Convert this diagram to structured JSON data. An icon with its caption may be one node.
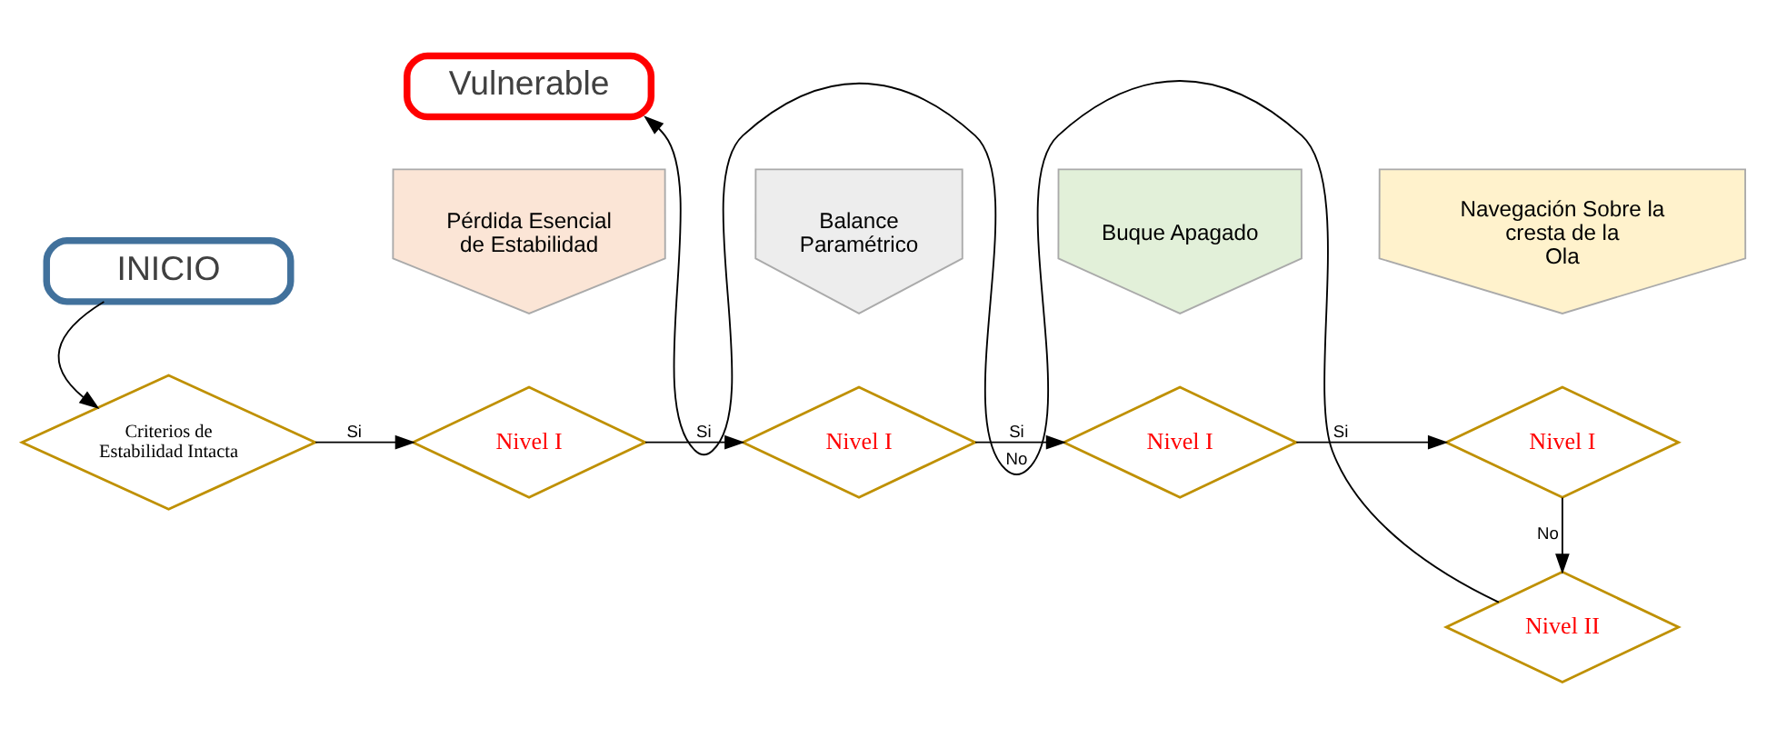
{
  "diagram": {
    "nodes": [
      {
        "text": [
          "INICIO"
        ]
      },
      {
        "text": [
          "Criterios de Estabilidad Intacta"
        ]
      },
      {
        "text": [
          "Pérdida Esencial de Estabilidad"
        ]
      },
      {
        "text": [
          "Nivel I"
        ]
      },
      {
        "text": [
          "Balance Paramétrico"
        ]
      },
      {
        "text": [
          "Nivel I"
        ]
      },
      {
        "text": [
          "Buque Apagado"
        ]
      },
      {
        "text": [
          "Nivel I"
        ]
      },
      {
        "text": [
          "Navegación Sobre la cresta de la Ola"
        ]
      },
      {
        "text": [
          "Nivel I"
        ]
      },
      {
        "text": [
          "Nivel II"
        ]
      },
      {
        "text": [
          "Vulnerable"
        ]
      }
    ],
    "edges": [
      {
        "from": 0,
        "to": 1,
        "arrow": "to"
      },
      {
        "from": 1,
        "to": 3,
        "arrow": "to",
        "label": "Si"
      },
      {
        "from": 3,
        "to": 5,
        "arrow": "to",
        "label": "Si"
      },
      {
        "from": 5,
        "to": 7,
        "arrow": "to",
        "label": "Si"
      },
      {
        "from": 7,
        "to": 9,
        "arrow": "to",
        "label": "Si"
      },
      {
        "from": 9,
        "to": 10,
        "arrow": "to",
        "label": "No"
      },
      {
        "from": 10,
        "to": 11,
        "arrow": "to",
        "label": "No"
      }
    ]
  }
}
